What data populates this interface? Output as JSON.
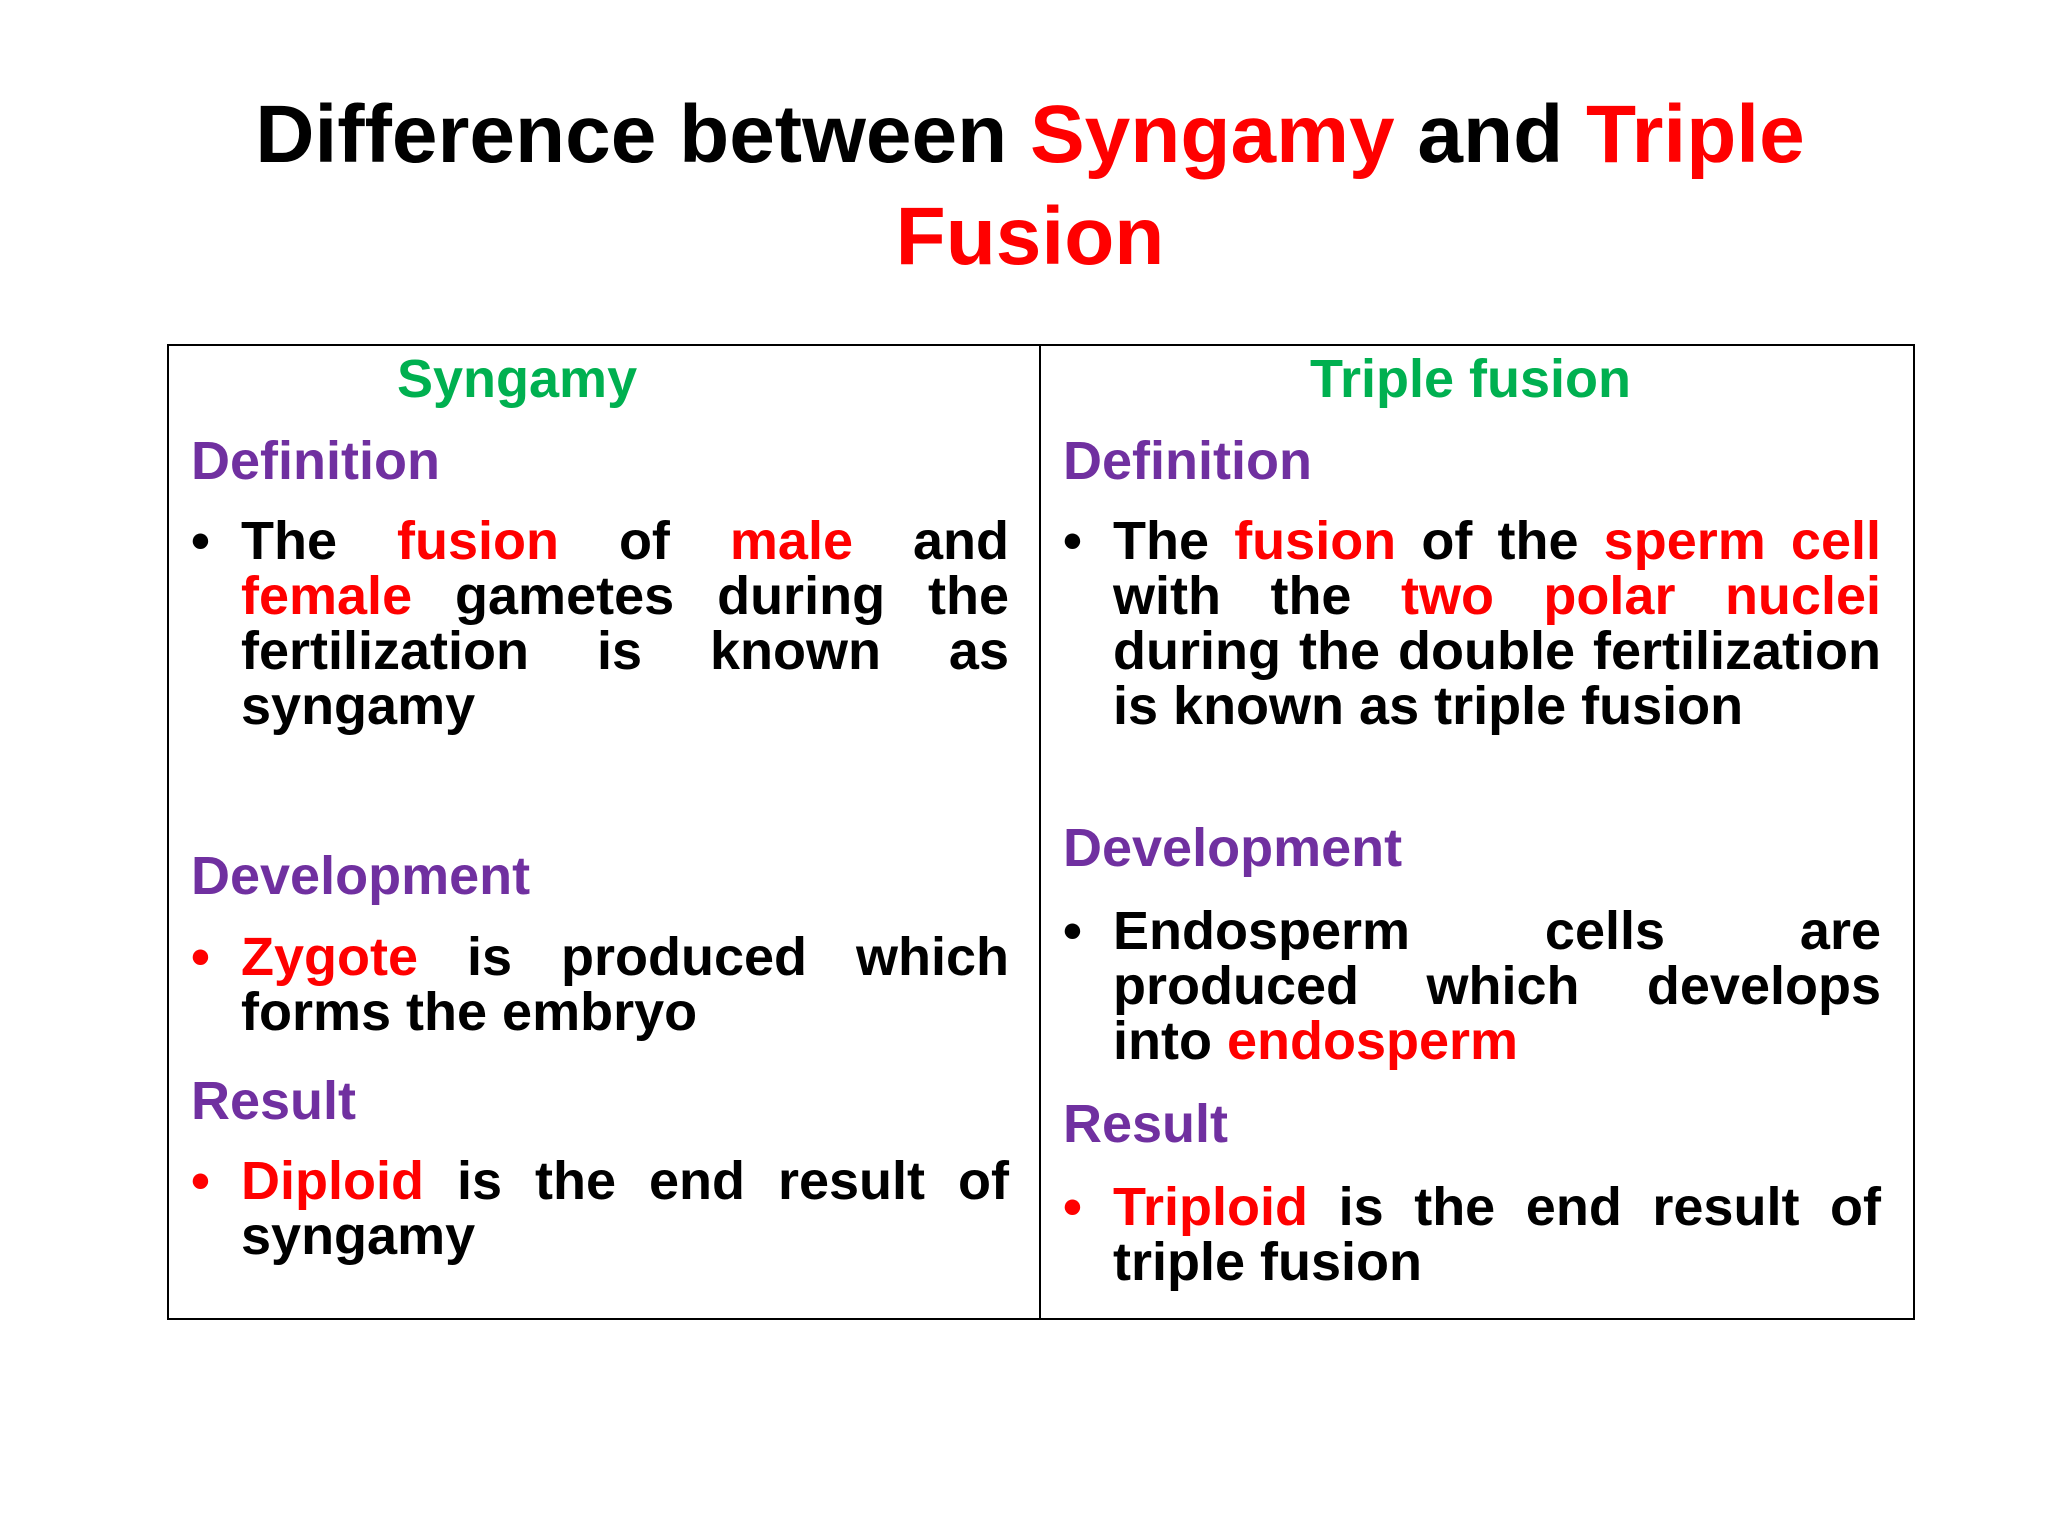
{
  "title": {
    "part1": "Difference between ",
    "part2": "Syngamy",
    "part3": " and ",
    "part4": "Triple",
    "part5": "Fusion"
  },
  "colors": {
    "title_text": "#000000",
    "highlight": "#ff0000",
    "column_header": "#00b050",
    "section_heading": "#7030a0"
  },
  "left": {
    "header": "Syngamy",
    "definition_heading": "Definition",
    "definition": {
      "t1": "The ",
      "t2": "fusion",
      "t3": " of ",
      "t4": "male",
      "t5": " and ",
      "t6": "female",
      "t7": " gametes during the fertilization is known as syngamy"
    },
    "development_heading": "Development",
    "development": {
      "t1": "Zygote",
      "t2": " is produced which forms the embryo"
    },
    "result_heading": "Result",
    "result": {
      "t1": "Diploid",
      "t2": " is the end result of syngamy"
    }
  },
  "right": {
    "header": "Triple fusion",
    "definition_heading": "Definition",
    "definition": {
      "t1": "The ",
      "t2": "fusion",
      "t3": " of the ",
      "t4": "sperm cell",
      "t5": " with the ",
      "t6": "two polar nuclei",
      "t7": " during the double fertilization is known as triple fusion"
    },
    "development_heading": "Development",
    "development": {
      "t1": "Endosperm cells are produced which develops into ",
      "t2": "endosperm"
    },
    "result_heading": "Result",
    "result": {
      "t1": "Triploid",
      "t2": " is the end result of triple fusion"
    }
  },
  "bullet_symbol": "•"
}
